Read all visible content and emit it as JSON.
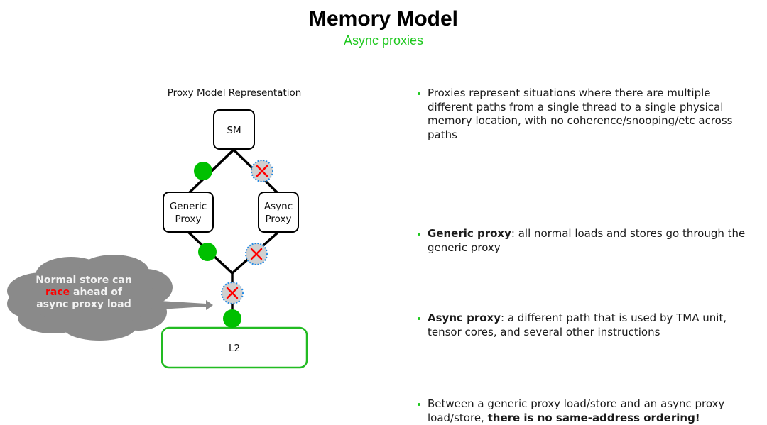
{
  "slide": {
    "title": "Memory Model",
    "subtitle": "Async proxies"
  },
  "diagram": {
    "caption": "Proxy Model Representation",
    "nodes": {
      "sm": "SM",
      "generic_line1": "Generic",
      "generic_line2": "Proxy",
      "async_line1": "Async",
      "async_line2": "Proxy",
      "l2": "L2"
    },
    "markers": {
      "ok": "green-dot",
      "blocked": "red-x-circle"
    },
    "callout": {
      "line1": "Normal store can",
      "line2_highlight": "race",
      "line2_rest": " ahead of",
      "line3": "async proxy load"
    },
    "colors": {
      "ok_green": "#00c000",
      "x_red": "#ff0000",
      "x_circle_fill": "#d0d0d0",
      "x_circle_border": "#1e88e5",
      "l2_border": "#22bb22",
      "cloud_fill": "#8a8a8a"
    }
  },
  "bullets": [
    {
      "bold": "",
      "text": "Proxies represent situations where there are multiple different paths from a single thread to a single physical memory location, with no coherence/snooping/etc across paths"
    },
    {
      "bold": "Generic proxy",
      "text": ": all normal loads and stores go through the generic proxy"
    },
    {
      "bold": "Async proxy",
      "text": ": a different path that is used by TMA unit, tensor cores, and several other instructions"
    },
    {
      "text": "Between a generic proxy load/store and an async proxy load/store, ",
      "bold_tail": "there is no same-address ordering!"
    }
  ]
}
